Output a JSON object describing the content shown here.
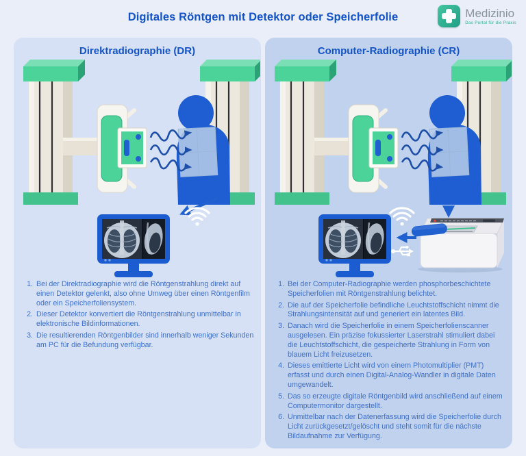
{
  "header": {
    "title": "Digitales Röntgen mit Detektor oder Speicherfolie"
  },
  "logo": {
    "name": "Medizinio",
    "tagline": "Das Portal für die Praxis"
  },
  "panels": {
    "dr": {
      "title": "Direktradiographie (DR)",
      "items": [
        "Bei der Direktradiographie wird die Röntgenstrahlung direkt auf einen Detektor gelenkt, also ohne Umweg über einen Röntgenfilm oder ein Speicherfoliensystem.",
        "Dieser Detektor konvertiert die Röntgenstrahlung unmittelbar in elektronische Bildinformationen.",
        "Die resultierenden Röntgenbilder sind innerhalb weniger Sekunden am PC für die Befundung verfügbar."
      ]
    },
    "cr": {
      "title": "Computer-Radiographie (CR)",
      "items": [
        "Bei der Computer-Radiographie werden phosphorbeschichtete Speicherfolien mit Röntgenstrahlung belichtet.",
        "Die auf der Speicherfolie befindliche Leuchtstoffschicht nimmt die Strahlungsintensität auf und generiert ein latentes Bild.",
        "Danach wird die Speicherfolie in einem Speicherfolienscanner ausgelesen. Ein präzise fokussierter Laserstrahl stimuliert dabei die Leuchtstoffschicht, die gespeicherte Strahlung in Form von blauem Licht freizusetzen.",
        "Dieses emittierte Licht wird von einem Photomultiplier (PMT) erfasst und durch einen Digital-Analog-Wandler in digitale Daten umgewandelt.",
        "Das so erzeugte digitale Röntgenbild wird anschließend auf einem Computermonitor dargestellt.",
        "Unmittelbar nach der Datenerfassung wird die Speicherfolie durch Licht zurückgesetzt/gelöscht und steht somit für die nächste Bildaufnahme zur Verfügung."
      ]
    }
  },
  "icons": {
    "wifi": "wifi-icon",
    "usb": "usb-icon",
    "down_arrow": "down-arrow-icon",
    "left_arrow": "left-arrow-icon",
    "transfer_arrow": "diagonal-arrow-icon",
    "logo_cross": "medical-cross-icon"
  },
  "colors": {
    "page_background": "#e9eef9",
    "panel_dr_background": "#d7e1f6",
    "panel_cr_background": "#c0d2ee",
    "heading_blue": "#1353c6",
    "body_text_blue": "#3f70ca",
    "figure_blue": "#1e5ed2",
    "accent_green": "#4cd39a",
    "machine_cream": "#ede8dd",
    "logo_teal": "#2fa98c",
    "logo_gray": "#8d939c"
  }
}
